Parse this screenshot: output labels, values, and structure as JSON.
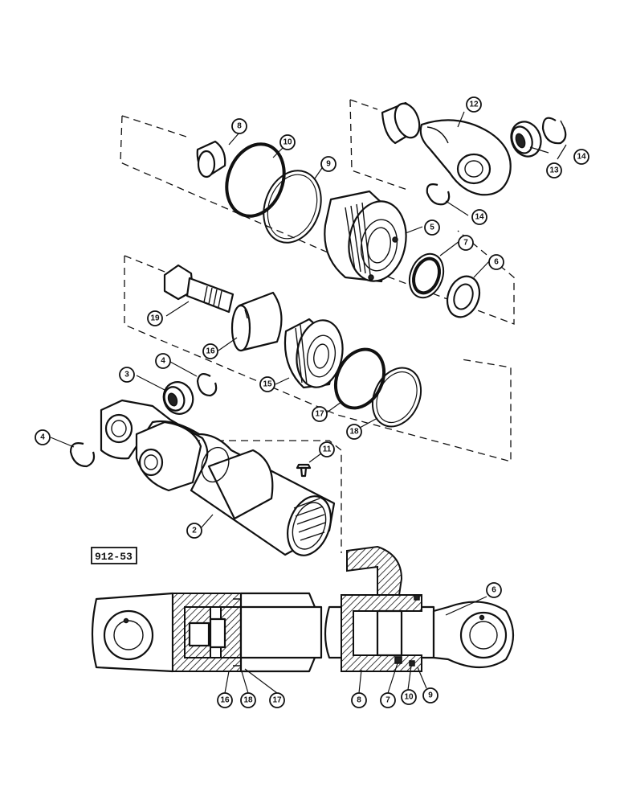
{
  "diagram_ref": "912-53",
  "callouts": {
    "c2": "2",
    "c3": "3",
    "c4a": "4",
    "c4b": "4",
    "c5": "5",
    "c6": "6",
    "c6s": "6",
    "c7": "7",
    "c7s": "7",
    "c8": "8",
    "c8s": "8",
    "c9": "9",
    "c9s": "9",
    "c10": "10",
    "c10s": "10",
    "c11": "11",
    "c12": "12",
    "c13": "13",
    "c14a": "14",
    "c14b": "14",
    "c15": "15",
    "c16": "16",
    "c16s": "16",
    "c17": "17",
    "c17s": "17",
    "c18": "18",
    "c18s": "18",
    "c19": "19"
  }
}
